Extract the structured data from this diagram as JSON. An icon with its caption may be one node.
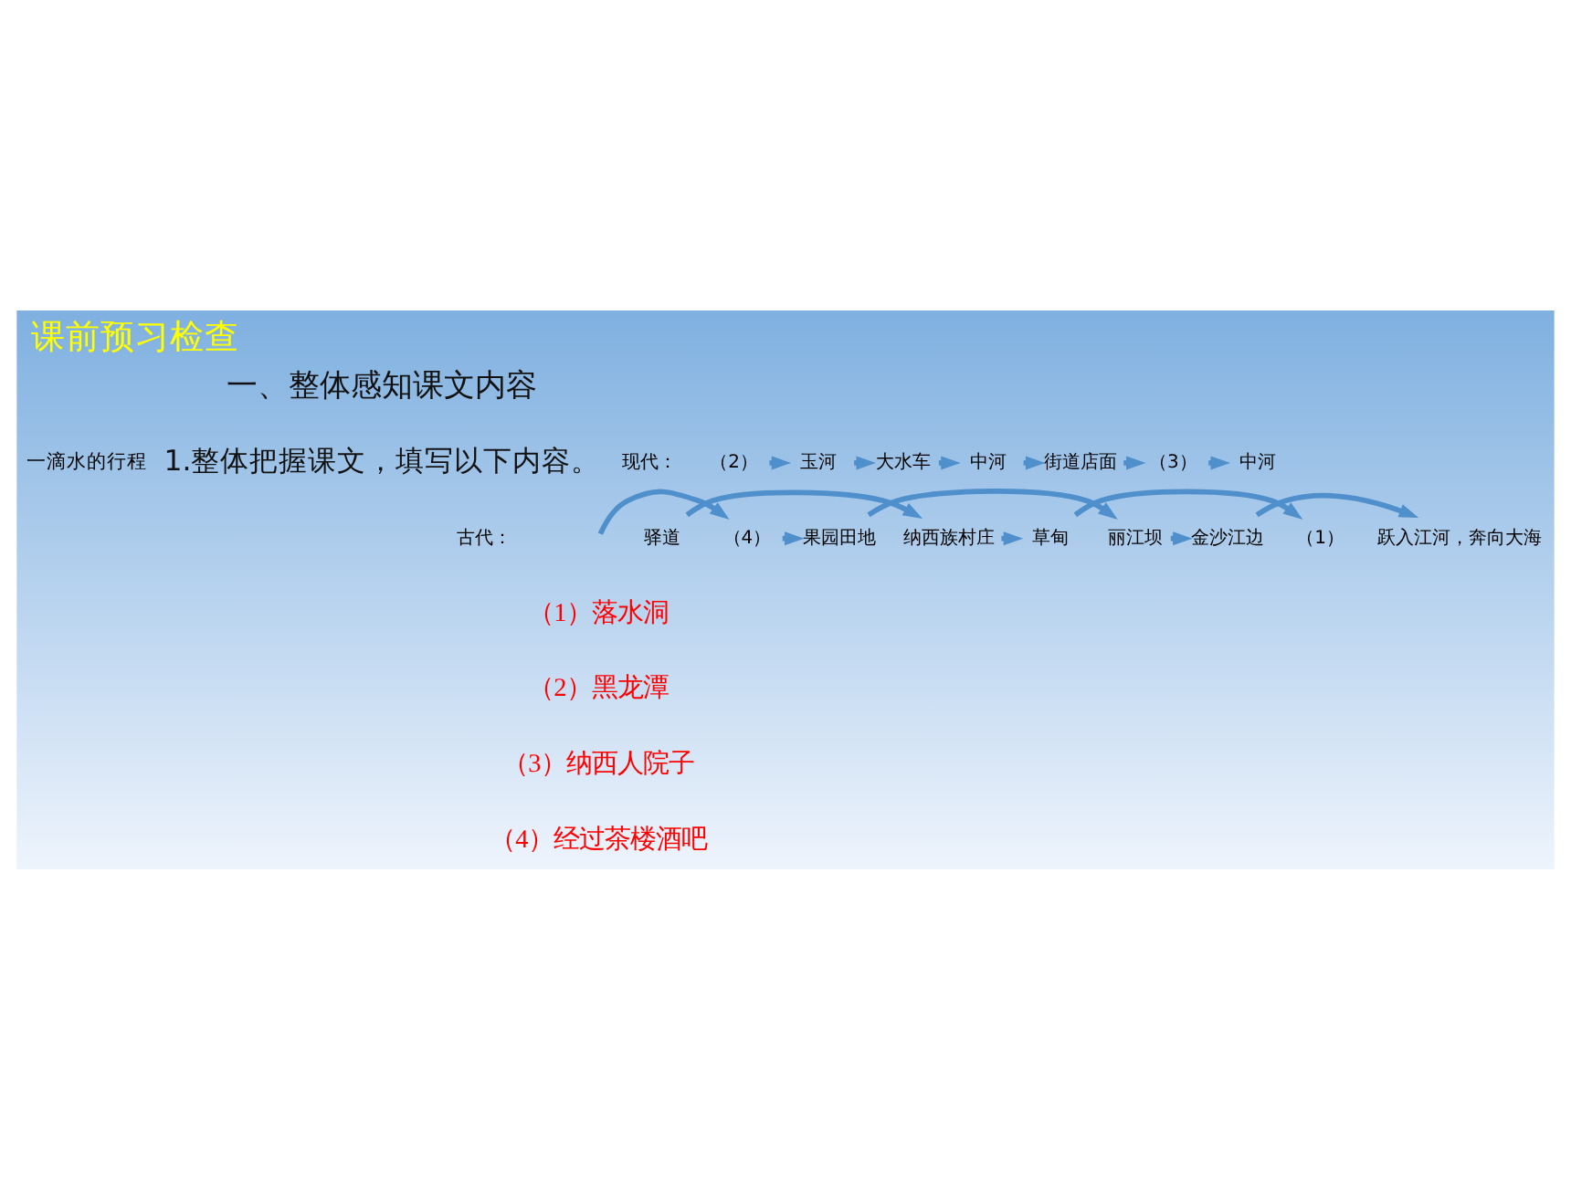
{
  "diagram": {
    "title": "课前预习检查",
    "nodes": [
      {
        "text": [
          "一滴水的行程"
        ]
      },
      {
        "text": [
          "古代："
        ]
      },
      {
        "text": [
          "驿道"
        ]
      },
      {
        "text": [
          "纳西族村庄"
        ]
      },
      {
        "text": [
          "草甸"
        ]
      },
      {
        "text": [
          "（1）"
        ]
      },
      {
        "text": [
          "现代："
        ]
      },
      {
        "text": [
          "（2）"
        ]
      },
      {
        "text": [
          "玉河"
        ]
      },
      {
        "text": [
          "大水车"
        ]
      },
      {
        "text": [
          "中河"
        ]
      },
      {
        "text": [
          "街道店面"
        ]
      },
      {
        "text": [
          "（3）"
        ]
      },
      {
        "text": [
          "中河"
        ]
      },
      {
        "text": [
          "（4）"
        ]
      },
      {
        "text": [
          "果园田地"
        ]
      },
      {
        "text": [
          "丽江坝"
        ]
      },
      {
        "text": [
          "金沙江边"
        ]
      },
      {
        "text": [
          "跃入江河，奔向大海"
        ]
      }
    ],
    "edges": [
      {
        "from": 2,
        "to": 3,
        "arrow": "to"
      },
      {
        "from": 3,
        "to": 4,
        "arrow": "to"
      },
      {
        "from": 4,
        "to": 5,
        "arrow": "to"
      },
      {
        "from": 7,
        "to": 8,
        "arrow": "to"
      },
      {
        "from": 8,
        "to": 9,
        "arrow": "to"
      },
      {
        "from": 9,
        "to": 10,
        "arrow": "to"
      },
      {
        "from": 10,
        "to": 11,
        "arrow": "to"
      },
      {
        "from": 11,
        "to": 12,
        "arrow": "to"
      },
      {
        "from": 12,
        "to": 13,
        "arrow": "to"
      },
      {
        "from": null,
        "to": 14,
        "arrow": "to"
      },
      {
        "from": 14,
        "to": 15,
        "arrow": "to"
      },
      {
        "from": 15,
        "to": 16,
        "arrow": "to"
      },
      {
        "from": 16,
        "to": 17,
        "arrow": "to"
      },
      {
        "from": 17,
        "to": 18,
        "arrow": "to"
      }
    ],
    "labels": [
      "一、整体感知课文内容",
      "1.整体把握课文，填写以下内容。",
      "（1）落水洞",
      "（2）黑龙潭",
      "（3）纳西人院子",
      "（4）经过茶楼酒吧"
    ]
  }
}
